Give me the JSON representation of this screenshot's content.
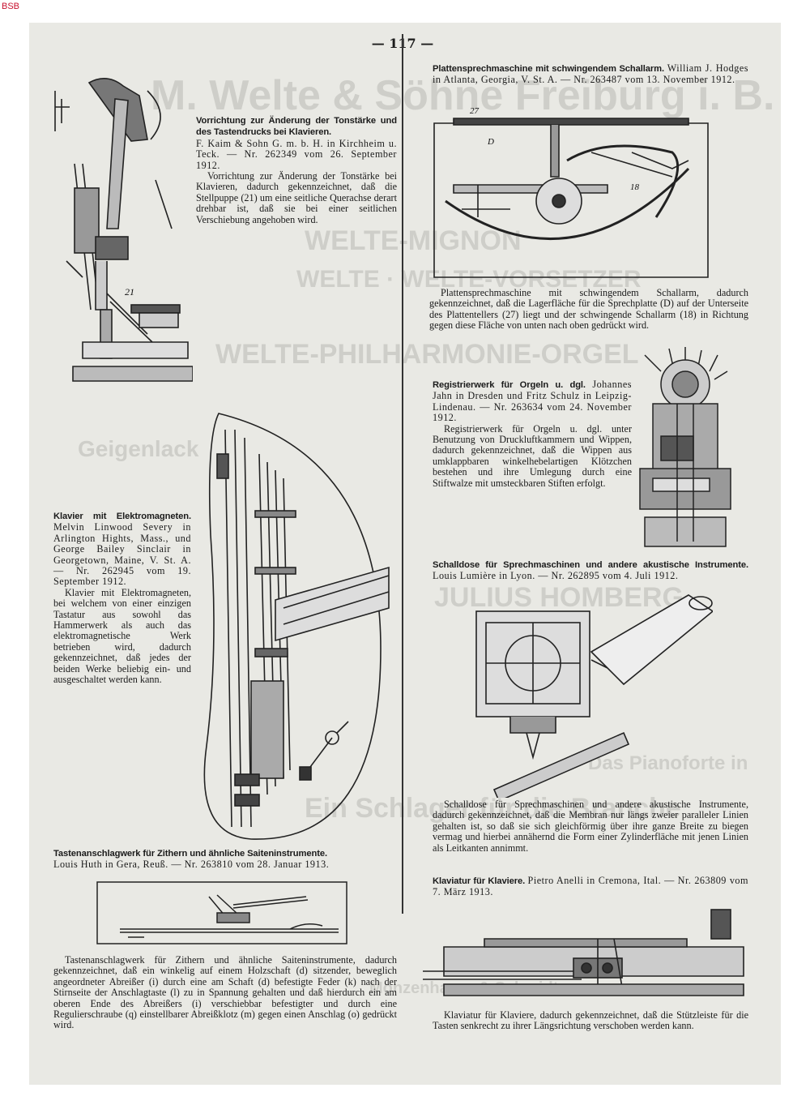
{
  "watermark": "BSB",
  "page": {
    "number": "— 117 —"
  },
  "ghost_text": {
    "line1": "M. Welte & Söhne Freiburg i. B.",
    "line2": "WELTE-MIGNON",
    "line3": "WELTE · WELTE-VORSETZER",
    "line4": "WELTE-PHILHARMONIE-ORGEL",
    "line5": "Geigenlack",
    "line6": "JULIUS HOMBERG",
    "line7": "Das Pianoforte in",
    "line8": "Ein Schlager für die Branche",
    "line9": "Monzenhauer & Schmidt"
  },
  "articles": {
    "tonstaerke": {
      "title": "Vorrichtung zur Änderung der Tonstärke und des Tastendrucks bei Klavieren.",
      "meta": "F. Kaim & Sohn G. m. b. H. in Kirchheim u. Teck. — Nr. 262349 vom 26. September 1912.",
      "body": "Vorrichtung zur Änderung der Tonstärke bei Klavieren, dadurch gekennzeichnet, daß die Stellpuppe (21) um eine seitliche Querachse derart drehbar ist, daß sie bei einer seitlichen Verschiebung angehoben wird.",
      "fig_label": "21"
    },
    "elektromagneten": {
      "title": "Klavier mit Elektromagneten.",
      "meta": "Melvin Linwood Severy in Arlington Hights, Mass., und George Bailey Sinclair in Georgetown, Maine, V. St. A. — Nr. 262945 vom 19. September 1912.",
      "body": "Klavier mit Elektromagneten, bei welchem von einer einzigen Tastatur aus sowohl das Hammerwerk als auch das elektromagnetische Werk betrieben wird, dadurch gekennzeichnet, daß jedes der beiden Werke beliebig ein- und ausgeschaltet werden kann."
    },
    "zithern": {
      "title": "Tastenanschlagwerk für Zithern und ähnliche Saiteninstrumente.",
      "meta": "Louis Huth in Gera, Reuß. — Nr. 263810 vom 28. Januar 1913.",
      "body": "Tastenanschlagwerk für Zithern und ähnliche Saiteninstrumente, dadurch gekennzeichnet, daß ein winkelig auf einem Holzschaft (d) sitzender, beweglich angeordneter Abreißer (i) durch eine am Schaft (d) befestigte Feder (k) nach der Stirnseite der Anschlagtaste (l) zu in Spannung gehalten und daß hierdurch ein am oberen Ende des Abreißers (i) verschiebbar befestigter und durch eine Regulierschraube (q) einstellbarer Abreißklotz (m) gegen einen Anschlag (o) gedrückt wird."
    },
    "plattensprechmaschine": {
      "title": "Plattensprechmaschine mit schwingendem Schallarm.",
      "meta": "William J. Hodges in Atlanta, Georgia, V. St. A. — Nr. 263487 vom 13. November 1912.",
      "body": "Plattensprechmaschine mit schwingendem Schallarm, dadurch gekennzeichnet, daß die Lagerfläche für die Sprechplatte (D) auf der Unterseite des Plattentellers (27) liegt und der schwingende Schallarm (18) in Richtung gegen diese Fläche von unten nach oben gedrückt wird.",
      "fig_labels": {
        "a": "27",
        "b": "D",
        "c": "18"
      }
    },
    "registrierwerk": {
      "title": "Registrierwerk für Orgeln u. dgl.",
      "meta": "Johannes Jahn in Dresden und Fritz Schulz in Leipzig-Lindenau. — Nr. 263634 vom 24. November 1912.",
      "body": "Registrierwerk für Orgeln u. dgl. unter Benutzung von Druckluftkammern und Wippen, dadurch gekennzeichnet, daß die Wippen aus umklappbaren winkelhebelartigen Klötzchen bestehen und ihre Umlegung durch eine Stiftwalze mit umsteckbaren Stiften erfolgt."
    },
    "schalldose": {
      "title": "Schalldose für Sprechmaschinen und andere akustische Instrumente.",
      "meta": "Louis Lumière in Lyon. — Nr. 262895 vom 4. Juli 1912.",
      "body": "Schalldose für Sprechmaschinen und andere akustische Instrumente, dadurch gekennzeichnet, daß die Membran nur längs zweier paralleler Linien gehalten ist, so daß sie sich gleichförmig über ihre ganze Breite zu biegen vermag und hierbei annähernd die Form einer Zylinderfläche mit jenen Linien als Leitkanten annimmt."
    },
    "klaviatur": {
      "title": "Klaviatur für Klaviere.",
      "meta": "Pietro Anelli in Cremona, Ital. — Nr. 263809 vom 7. März 1913.",
      "body": "Klaviatur für Klaviere, dadurch gekennzeichnet, daß die Stützleiste für die Tasten senkrecht zu ihrer Längsrichtung verschoben werden kann."
    }
  }
}
